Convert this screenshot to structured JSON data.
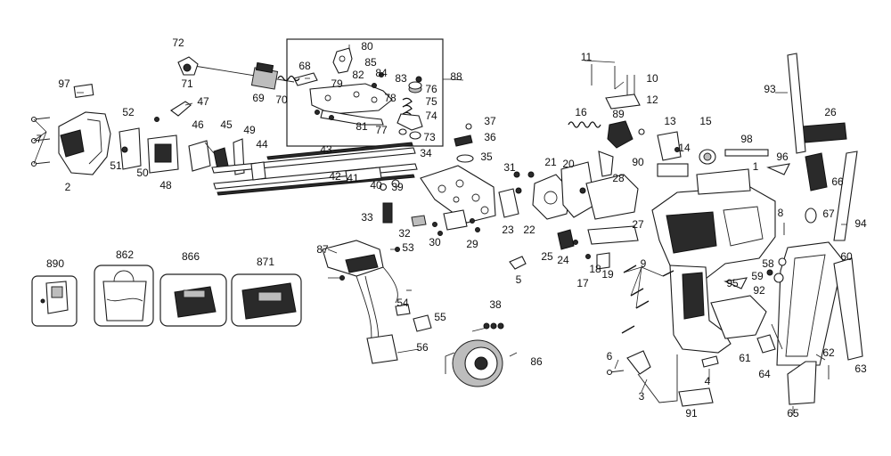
{
  "diagram": {
    "callouts": [
      "1",
      "2",
      "3",
      "4",
      "5",
      "6",
      "7",
      "8",
      "9",
      "10",
      "11",
      "12",
      "13",
      "14",
      "15",
      "16",
      "17",
      "18",
      "19",
      "20",
      "21",
      "22",
      "23",
      "24",
      "25",
      "26",
      "27",
      "28",
      "29",
      "30",
      "31",
      "32",
      "33",
      "34",
      "35",
      "36",
      "37",
      "38",
      "39",
      "40",
      "41",
      "42",
      "43",
      "44",
      "45",
      "46",
      "47",
      "48",
      "49",
      "50",
      "51",
      "52",
      "53",
      "54",
      "55",
      "56",
      "58",
      "59",
      "60",
      "61",
      "62",
      "63",
      "64",
      "65",
      "66",
      "67",
      "68",
      "69",
      "70",
      "71",
      "72",
      "73",
      "74",
      "75",
      "76",
      "77",
      "78",
      "79",
      "80",
      "81",
      "82",
      "83",
      "84",
      "85",
      "86",
      "87",
      "88",
      "89",
      "90",
      "91",
      "92",
      "93",
      "94",
      "95",
      "96",
      "97",
      "98"
    ],
    "accessory_labels": [
      "890",
      "862",
      "866",
      "871"
    ]
  }
}
